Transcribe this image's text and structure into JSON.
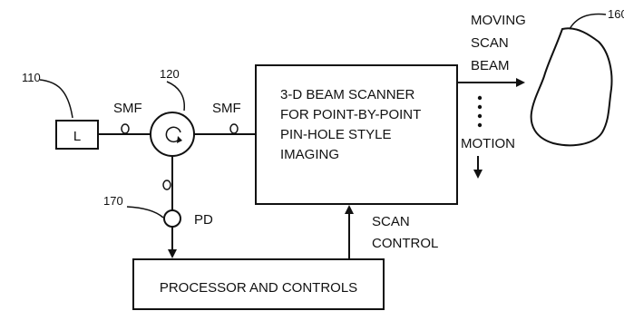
{
  "diagram": {
    "laser": {
      "label": "L",
      "ref": "110"
    },
    "circulator": {
      "ref": "120"
    },
    "fiber_left": "SMF",
    "fiber_right": "SMF",
    "scanner": {
      "lines": [
        "3-D BEAM SCANNER",
        "FOR POINT-BY-POINT",
        "PIN-HOLE STYLE",
        "IMAGING"
      ]
    },
    "beam": {
      "lines": [
        "MOVING",
        "SCAN",
        "BEAM"
      ]
    },
    "motion_label": "MOTION",
    "target": {
      "ref": "160"
    },
    "photodiode": {
      "label": "PD",
      "ref": "170"
    },
    "scan_control": {
      "lines": [
        "SCAN",
        "CONTROL"
      ]
    },
    "processor": {
      "label": "PROCESSOR AND CONTROLS"
    }
  }
}
